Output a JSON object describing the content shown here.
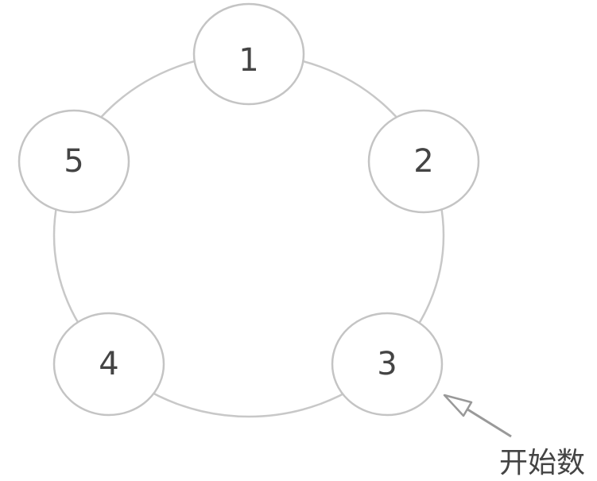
{
  "nodes": [
    {
      "label": "1"
    },
    {
      "label": "2"
    },
    {
      "label": "3"
    },
    {
      "label": "4"
    },
    {
      "label": "5"
    }
  ],
  "start_label": "开始数",
  "colors": {
    "stroke": "#c4c4c4",
    "text": "#444444",
    "arrow": "#999999"
  }
}
